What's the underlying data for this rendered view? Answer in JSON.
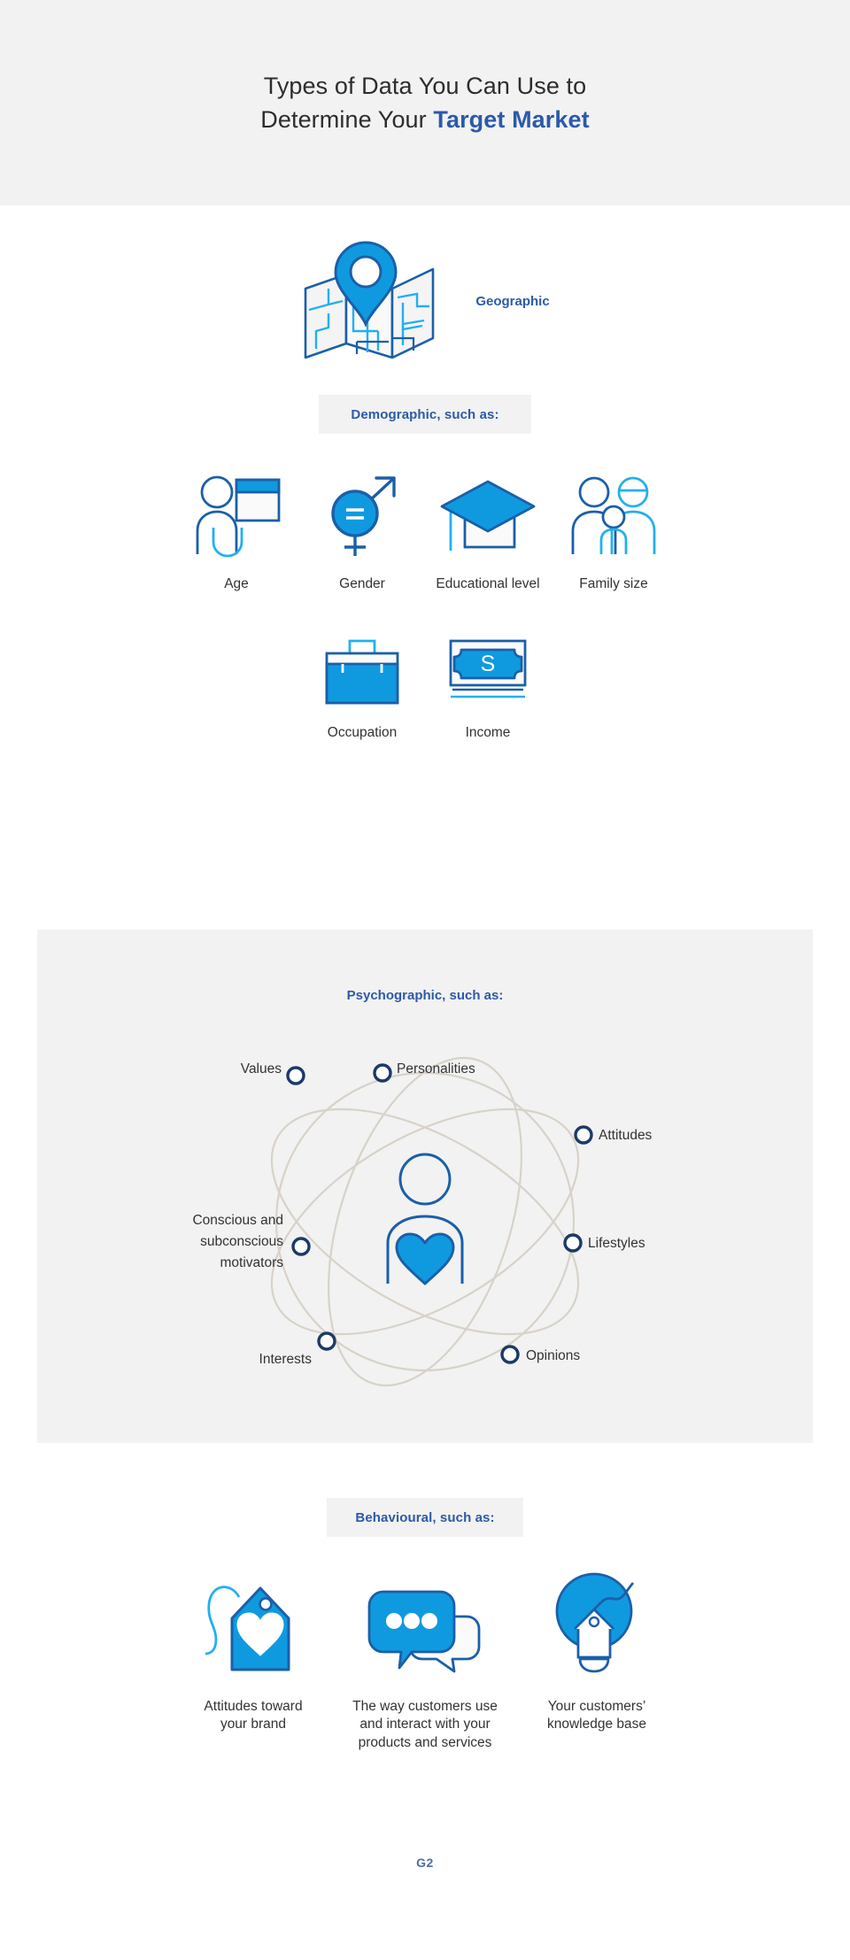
{
  "header": {
    "title_line1": "Types of Data You Can Use to",
    "title_line2_prefix": "Determine Your ",
    "title_highlight": "Target Market",
    "highlight_color": "#2c5aa8",
    "background": "#f2f2f2"
  },
  "geographic": {
    "label": "Geographic",
    "icon": "folded-map-with-location-pin-icon"
  },
  "demographic": {
    "band_label": "Demographic, such as:",
    "items": [
      {
        "label": "Age",
        "icon": "person-with-calendar-icon"
      },
      {
        "label": "Gender",
        "icon": "male-female-combined-symbol-icon"
      },
      {
        "label": "Educational level",
        "icon": "graduation-cap-icon"
      },
      {
        "label": "Family size",
        "icon": "family-group-icon"
      },
      {
        "label": "Occupation",
        "icon": "briefcase-icon"
      },
      {
        "label": "Income",
        "icon": "banknote-icon"
      }
    ]
  },
  "psychographic": {
    "band_label": "Psychographic, such as:",
    "center_icon": "person-with-heart-icon",
    "orbit_color": "#d8d2c8",
    "node_color": "#1b3a68",
    "nodes": [
      {
        "label": "Values",
        "position": "top-left"
      },
      {
        "label": "Personalities",
        "position": "top-right"
      },
      {
        "label": "Attitudes",
        "position": "right-upper"
      },
      {
        "label": "Lifestyles",
        "position": "right-lower"
      },
      {
        "label": "Opinions",
        "position": "bottom-right"
      },
      {
        "label": "Interests",
        "position": "bottom-left"
      },
      {
        "label": "Conscious and subconscious motivators",
        "position": "left"
      }
    ],
    "motivators_lines": [
      "Conscious and",
      "subconscious",
      "motivators"
    ]
  },
  "behavioural": {
    "band_label": "Behavioural, such as:",
    "items": [
      {
        "lines": [
          "Attitudes toward",
          "your brand"
        ],
        "icon": "price-tag-with-heart-icon"
      },
      {
        "lines": [
          "The way customers use",
          "and interact with your",
          "products and services"
        ],
        "icon": "speech-bubbles-icon"
      },
      {
        "lines": [
          "Your customers’",
          "knowledge base"
        ],
        "icon": "lightbulb-with-tag-icon"
      }
    ]
  },
  "footer": {
    "logo_text": "G2"
  },
  "palette": {
    "brand_blue": "#0f9ae0",
    "dark_blue": "#1b5fa8",
    "navy": "#1b3a68",
    "light_blue": "#22b0ef",
    "gray_band": "#f2f2f2",
    "text": "#333333"
  }
}
